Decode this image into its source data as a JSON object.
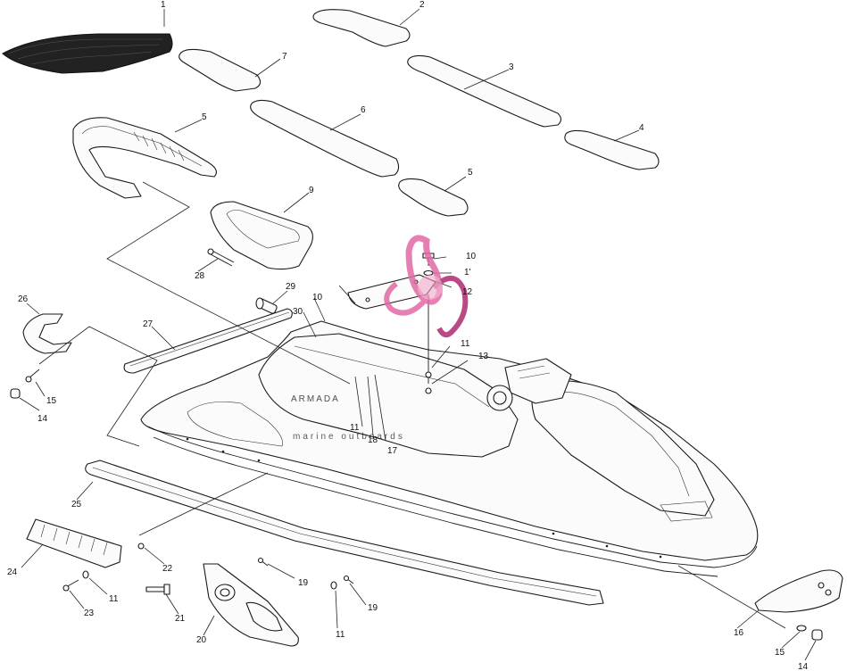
{
  "diagram": {
    "callouts": [
      {
        "id": "c1",
        "label": "1"
      },
      {
        "id": "c2",
        "label": "2"
      },
      {
        "id": "c3",
        "label": "3"
      },
      {
        "id": "c4",
        "label": "4"
      },
      {
        "id": "c5a",
        "label": "5"
      },
      {
        "id": "c5b",
        "label": "5"
      },
      {
        "id": "c6",
        "label": "6"
      },
      {
        "id": "c7",
        "label": "7"
      },
      {
        "id": "c9",
        "label": "9"
      },
      {
        "id": "c10a",
        "label": "10"
      },
      {
        "id": "c10b",
        "label": "10"
      },
      {
        "id": "c11a",
        "label": "1'"
      },
      {
        "id": "c11b",
        "label": "11"
      },
      {
        "id": "c11c",
        "label": "11"
      },
      {
        "id": "c11d",
        "label": "11"
      },
      {
        "id": "c11e",
        "label": "11"
      },
      {
        "id": "c12",
        "label": "12"
      },
      {
        "id": "c13",
        "label": "13"
      },
      {
        "id": "c14a",
        "label": "14"
      },
      {
        "id": "c14b",
        "label": "14"
      },
      {
        "id": "c15a",
        "label": "15"
      },
      {
        "id": "c15b",
        "label": "15"
      },
      {
        "id": "c16",
        "label": "16"
      },
      {
        "id": "c17",
        "label": "17"
      },
      {
        "id": "c18",
        "label": "18"
      },
      {
        "id": "c19a",
        "label": "19"
      },
      {
        "id": "c19b",
        "label": "19"
      },
      {
        "id": "c20",
        "label": "20"
      },
      {
        "id": "c21",
        "label": "21"
      },
      {
        "id": "c22",
        "label": "22"
      },
      {
        "id": "c23",
        "label": "23"
      },
      {
        "id": "c24",
        "label": "24"
      },
      {
        "id": "c25",
        "label": "25"
      },
      {
        "id": "c26",
        "label": "26"
      },
      {
        "id": "c27",
        "label": "27"
      },
      {
        "id": "c28",
        "label": "28"
      },
      {
        "id": "c29",
        "label": "29"
      },
      {
        "id": "c30",
        "label": "30"
      }
    ]
  },
  "watermark": {
    "title": "ARMADA",
    "subtitle": "marine outboards",
    "logo_colors": [
      "#e26aa6",
      "#ad2b73"
    ],
    "title_color": "#8d8d8d"
  }
}
